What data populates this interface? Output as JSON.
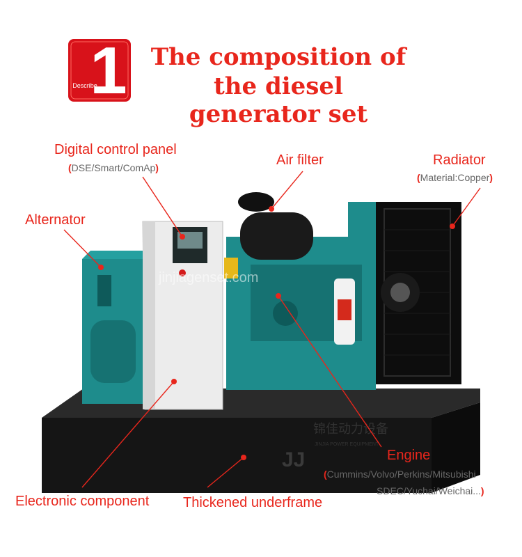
{
  "badge": {
    "number": "1",
    "label": "Describe"
  },
  "title": {
    "line1": "The composition of",
    "line2": "the diesel generator set"
  },
  "watermark": "jinjiagenset.com",
  "frame_brand": {
    "logo": "JJ",
    "cn_text": "锦佳动力设备",
    "en_text": "JINJIA POWER EQUIPMENT"
  },
  "labels": {
    "control_panel": {
      "name": "Digital control panel",
      "detail": "DSE/Smart/ComAp",
      "open": "(",
      "close": ")"
    },
    "air_filter": {
      "name": "Air filter"
    },
    "radiator": {
      "name": "Radiator",
      "detail": "Material:Copper",
      "open": "(",
      "close": ")"
    },
    "alternator": {
      "name": "Alternator"
    },
    "engine": {
      "name": "Engine",
      "detail_line1": "Cummins/Volvo/Perkins/Mitsubishi",
      "detail_line2": "SDEC/Yuchai/Weichai...",
      "open": "(",
      "close": ")"
    },
    "electronic": {
      "name": "Electronic component"
    },
    "underframe": {
      "name": "Thickened underframe"
    }
  },
  "colors": {
    "accent": "#e8261c",
    "engine_teal": "#1e8c8c",
    "frame": "#151515"
  }
}
